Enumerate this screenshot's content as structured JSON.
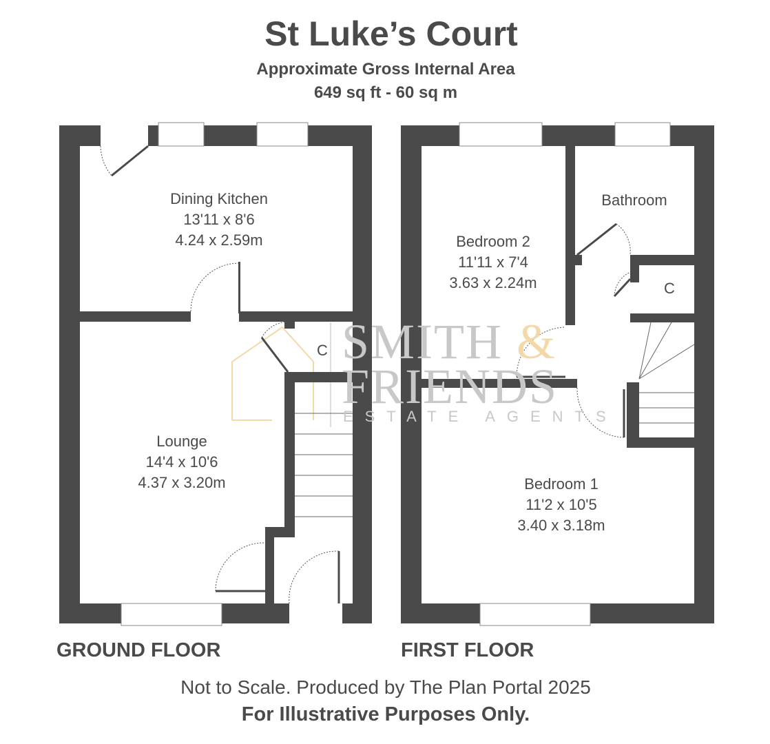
{
  "header": {
    "title": "St Luke’s Court",
    "subtitle": "Approximate Gross Internal Area",
    "area": "649 sq ft - 60 sq m"
  },
  "ground_floor": {
    "label": "GROUND FLOOR",
    "rooms": [
      {
        "name": "Dining Kitchen",
        "imperial": "13'11 x 8'6",
        "metric": "4.24 x 2.59m"
      },
      {
        "name": "Lounge",
        "imperial": "14'4 x 10'6",
        "metric": "4.37 x 3.20m"
      }
    ],
    "cupboard": "C"
  },
  "first_floor": {
    "label": "FIRST FLOOR",
    "rooms": [
      {
        "name": "Bedroom 2",
        "imperial": "11'11 x 7'4",
        "metric": "3.63 x 2.24m"
      },
      {
        "name": "Bathroom"
      },
      {
        "name": "Bedroom 1",
        "imperial": "11'2 x 10'5",
        "metric": "3.40 x 3.18m"
      }
    ],
    "cupboard": "C"
  },
  "watermark": {
    "line1": "SMITH",
    "amp": "&",
    "line2": "FRIENDS",
    "line3": "ESTATE AGENTS"
  },
  "footer": {
    "line1": "Not to Scale. Produced by The Plan Portal 2025",
    "line2": "For Illustrative Purposes Only."
  },
  "colors": {
    "wall": "#4a4a4a",
    "watermark_accent": "#f3d9a8",
    "watermark_text": "#c8c8c8"
  }
}
